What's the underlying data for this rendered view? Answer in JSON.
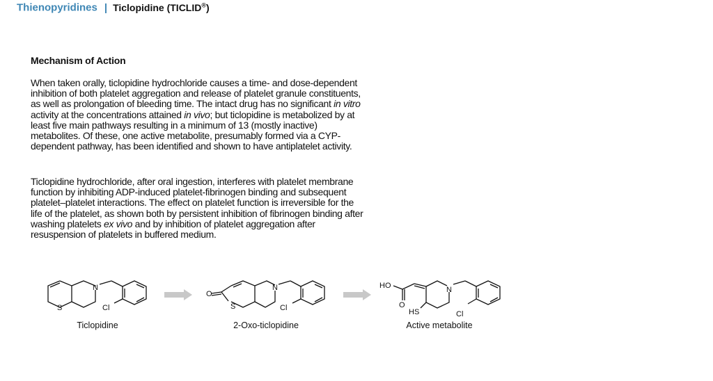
{
  "header": {
    "section": "Thienopyridines",
    "separator": "|",
    "drug_name": "Ticlopidine (TICLID",
    "trademark": "®",
    "drug_close": ")"
  },
  "heading": "Mechanism of Action",
  "paragraph1": {
    "a": "When taken orally, ticlopidine hydrochloride causes a time- and dose-dependent inhibition of both platelet aggregation and release of platelet granule constituents, as well as prolongation of bleeding time. The intact drug has no significant ",
    "i1": "in vitro",
    "b": " activity at the concentrations attained ",
    "i2": "in vivo",
    "c": "; but ticlopidine is metabolized by at least five main pathways resulting in a minimum of 13 (mostly inactive) metabolites. Of these, one active metabolite, presumably formed via a CYP-dependent pathway, has been identified and shown to have antiplatelet activity."
  },
  "paragraph2": {
    "a": "Ticlopidine hydrochloride, after oral ingestion, interferes with platelet membrane function by inhibiting ADP-induced platelet-fibrinogen binding and subsequent platelet–platelet interactions. The effect on platelet function is irreversible for the life of the platelet, as shown both by persistent inhibition of fibrinogen binding after washing platelets ",
    "i1": "ex vivo",
    "b": " and by inhibition of platelet aggregation after resuspension of platelets in buffered medium."
  },
  "figure": {
    "captions": [
      "Ticlopidine",
      "2-Oxo-ticlopidine",
      "Active metabolite"
    ],
    "atoms": {
      "n": "N",
      "s": "S",
      "cl": "Cl",
      "o": "O",
      "ho": "HO",
      "hs": "HS"
    },
    "arrow_color": "#c8c8c8"
  },
  "colors": {
    "accent": "#3f87b5",
    "text": "#111111"
  }
}
